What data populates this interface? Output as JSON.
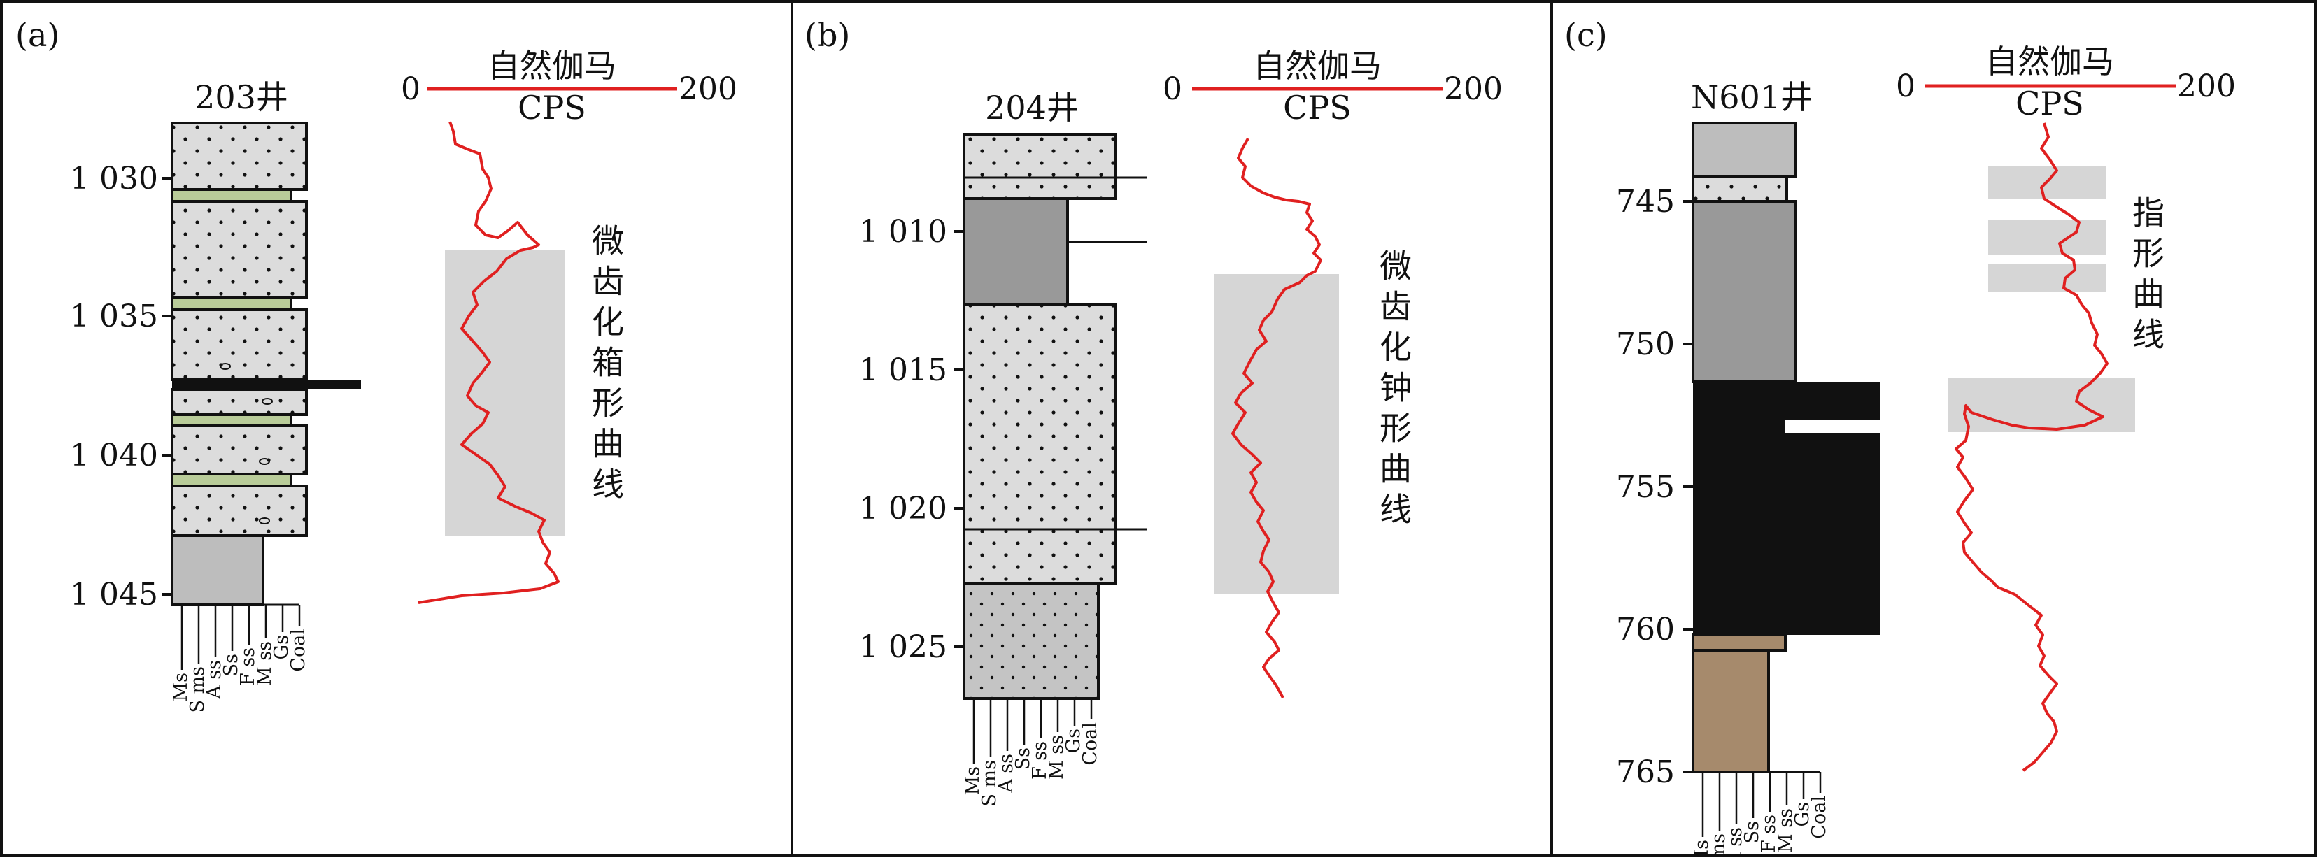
{
  "panels": [
    {
      "letter": "(a)",
      "well": "203井",
      "gamma_title": "自然伽马",
      "gamma_unit": "CPS",
      "gamma_min": "0",
      "gamma_max": "200",
      "depth_ticks": [
        {
          "depth": 1030,
          "label": "1 030"
        },
        {
          "depth": 1035,
          "label": "1 035"
        },
        {
          "depth": 1040,
          "label": "1 040"
        },
        {
          "depth": 1045,
          "label": "1 045"
        }
      ],
      "annotation": "微齿化箱形曲线",
      "grain_labels": [
        "Ms",
        "S ms",
        "A ss",
        "Ss",
        "F ss",
        "M ss",
        "Gs",
        "Coal"
      ]
    },
    {
      "letter": "(b)",
      "well": "204井",
      "gamma_title": "自然伽马",
      "gamma_unit": "CPS",
      "gamma_min": "0",
      "gamma_max": "200",
      "depth_ticks": [
        {
          "depth": 1010,
          "label": "1 010"
        },
        {
          "depth": 1015,
          "label": "1 015"
        },
        {
          "depth": 1020,
          "label": "1 020"
        },
        {
          "depth": 1025,
          "label": "1 025"
        }
      ],
      "annotation": "微齿化钟形曲线",
      "grain_labels": [
        "Ms",
        "S ms",
        "A ss",
        "Ss",
        "F ss",
        "M ss",
        "Gs",
        "Coal"
      ]
    },
    {
      "letter": "(c)",
      "well": "N601井",
      "gamma_title": "自然伽马",
      "gamma_unit": "CPS",
      "gamma_min": "0",
      "gamma_max": "200",
      "depth_ticks": [
        {
          "depth": 745,
          "label": "745"
        },
        {
          "depth": 750,
          "label": "750"
        },
        {
          "depth": 755,
          "label": "755"
        },
        {
          "depth": 760,
          "label": "760"
        },
        {
          "depth": 765,
          "label": "765"
        }
      ],
      "annotation": "指形曲线",
      "grain_labels": [
        "Ms",
        "S ms",
        "A ss",
        "Ss",
        "F ss",
        "M ss",
        "Gs",
        "Coal"
      ]
    }
  ],
  "colors": {
    "gamma_curve": "#e02020",
    "sand_fill": "#dcdcdc",
    "mudstone_fill": "#bdbdbd",
    "silty_mudstone_fill": "#999999",
    "green_interbed": "#b9cc99",
    "coal": "#111111",
    "tan_bed": "#a68a6c",
    "highlight_box": "#d6d6d6"
  }
}
